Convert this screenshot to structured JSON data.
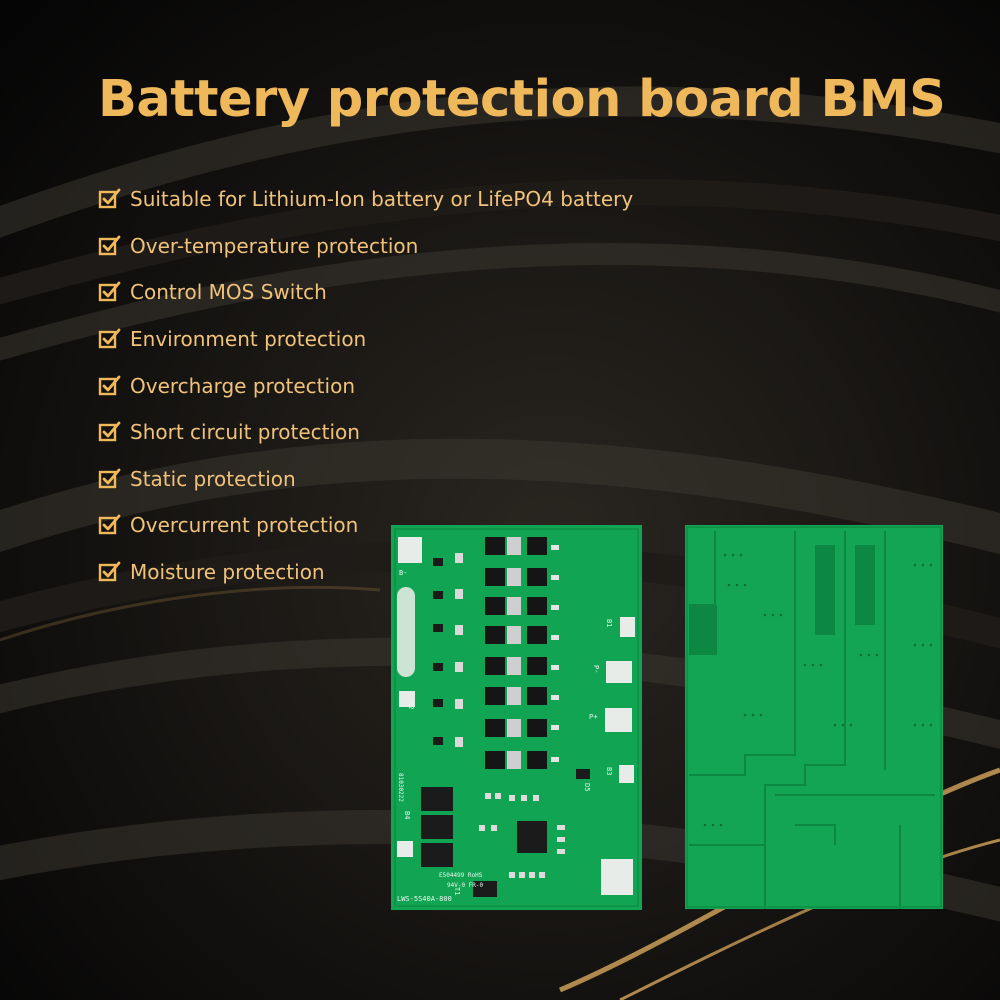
{
  "heading": "Battery protection board BMS",
  "accent_color": "#efb85a",
  "feature_text_color": "#f0c27a",
  "check_icon": "checkbox-check-icon",
  "features": [
    "Suitable for Lithium-Ion battery or LifePO4 battery",
    "Over-temperature protection",
    "Control MOS Switch",
    "Environment protection",
    "Overcharge protection",
    "Short circuit protection",
    "Static protection",
    "Overcurrent protection",
    "Moisture protection"
  ],
  "board_front": {
    "pcb_color": "#11a553",
    "labels": {
      "b_minus": "B-",
      "b1": "B1",
      "b2": "B2",
      "b3": "B3",
      "b4": "B4",
      "p_minus": "P-",
      "p_plus": "P+",
      "d5": "D5",
      "t1": "T1",
      "serial": "E504499 RoHS",
      "rating": "94V-0 FR-0",
      "date": "81030222",
      "model": "LWS-5S40A-800"
    }
  },
  "board_back": {
    "pcb_color": "#13a553"
  }
}
